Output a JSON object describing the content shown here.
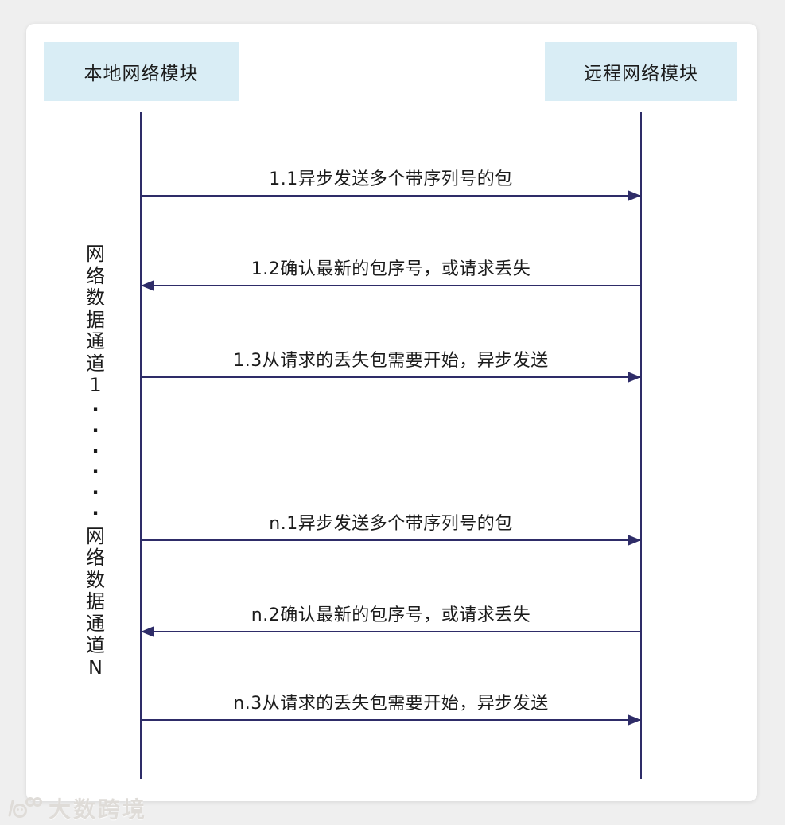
{
  "diagram": {
    "actors": [
      {
        "id": "local",
        "label": "本地网络模块"
      },
      {
        "id": "remote",
        "label": "远程网络模块"
      }
    ],
    "channel_labels": {
      "channel_1": "网络数据通道1",
      "ellipsis": "······",
      "channel_n": "网络数据通道N"
    },
    "messages": [
      {
        "label": "1.1异步发送多个带序列号的包",
        "direction": "right"
      },
      {
        "label": "1.2确认最新的包序号，或请求丢失",
        "direction": "left"
      },
      {
        "label": "1.3从请求的丢失包需要开始，异步发送",
        "direction": "right"
      },
      {
        "label": "n.1异步发送多个带序列号的包",
        "direction": "right"
      },
      {
        "label": "n.2确认最新的包序号，或请求丢失",
        "direction": "left"
      },
      {
        "label": "n.3从请求的丢失包需要开始，异步发送",
        "direction": "right"
      }
    ],
    "colors": {
      "line": "#2e2c68",
      "actor_fill": "#d9edf5",
      "text": "#1b1b1b",
      "background": "#efefef",
      "card": "#ffffff",
      "watermark": "#dfdcd8"
    }
  },
  "watermark": {
    "text": "大数跨境"
  }
}
